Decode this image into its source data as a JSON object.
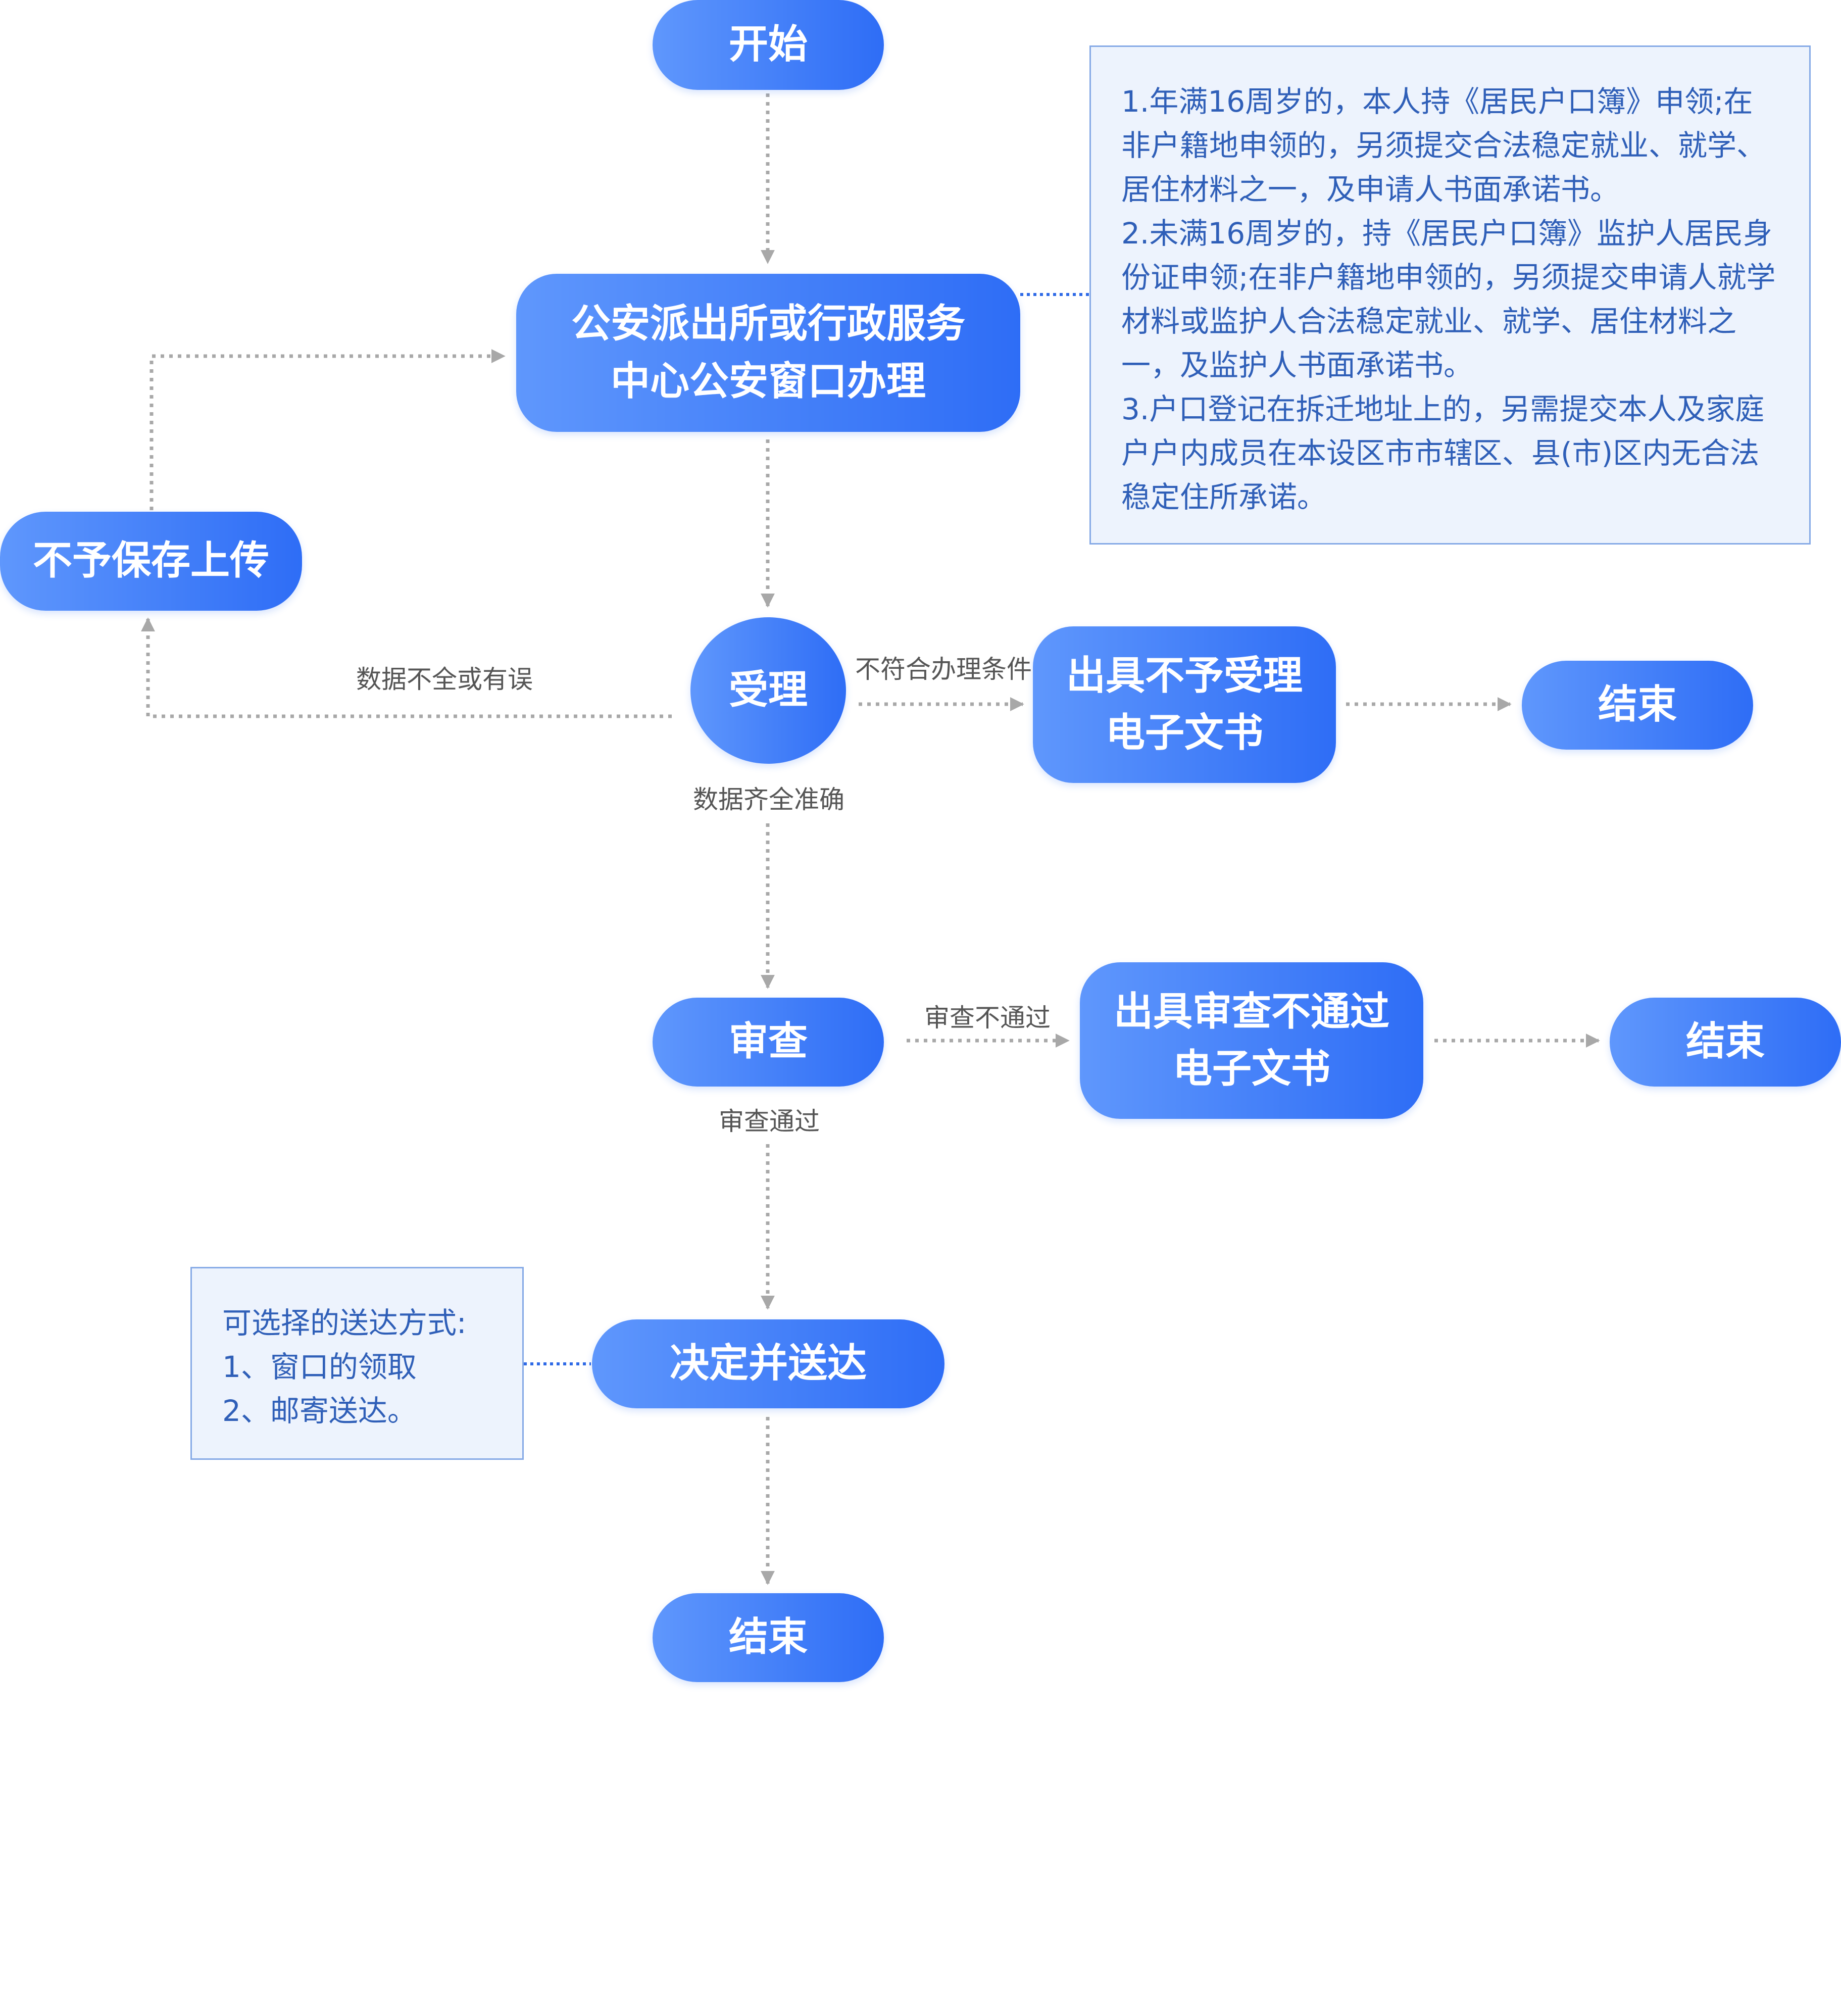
{
  "nodes": {
    "start": "开始",
    "window": "公安派出所或行政服务\n中心公安窗口办理",
    "reject_upload": "不予保存上传",
    "accept": "受理",
    "no_accept_doc": "出具不予受理\n电子文书",
    "end_1": "结束",
    "review": "审查",
    "review_fail_doc": "出具审查不通过\n电子文书",
    "end_2": "结束",
    "decide_send": "决定并送达",
    "end_3": "结束"
  },
  "notes": {
    "requirements": "1.年满16周岁的，本人持《居民户口簿》申领;在非户籍地申领的，另须提交合法稳定就业、就学、居住材料之一，及申请人书面承诺书。\n2.未满16周岁的，持《居民户口簿》监护人居民身份证申领;在非户籍地申领的，另须提交申请人就学材料或监护人合法稳定就业、就学、居住材料之一，及监护人书面承诺书。\n3.户口登记在拆迁地址上的，另需提交本人及家庭户户内成员在本设区市市辖区、县(市)区内无合法稳定住所承诺。",
    "delivery": "可选择的送达方式:\n1、窗口的领取\n2、邮寄送达。"
  },
  "edge_labels": {
    "data_incomplete": "数据不全或有误",
    "not_eligible": "不符合办理条件",
    "data_complete": "数据齐全准确",
    "review_fail": "审查不通过",
    "review_pass": "审查通过"
  },
  "colors": {
    "node_gradient_start": "#5f97fc",
    "node_gradient_end": "#2e6df6",
    "note_background": "#edf3fd",
    "note_border": "#86aae6",
    "note_text": "#2f5fb8",
    "arrow_gray": "#a8a8a8",
    "link_blue": "#2f6ae6"
  }
}
